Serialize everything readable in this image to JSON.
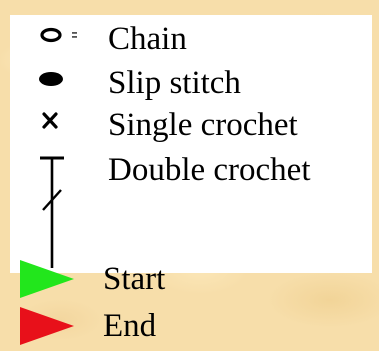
{
  "legend": {
    "items": [
      {
        "icon": "chain-icon",
        "label": "Chain"
      },
      {
        "icon": "slip-stitch-icon",
        "label": "Slip stitch"
      },
      {
        "icon": "single-crochet-icon",
        "label": "Single crochet"
      },
      {
        "icon": "double-crochet-icon",
        "label": "Double crochet"
      }
    ]
  },
  "markers": {
    "start": {
      "icon": "start-arrow-icon",
      "label": "Start",
      "color": "#22e61c"
    },
    "end": {
      "icon": "end-arrow-icon",
      "label": "End",
      "color": "#e8101a"
    }
  }
}
